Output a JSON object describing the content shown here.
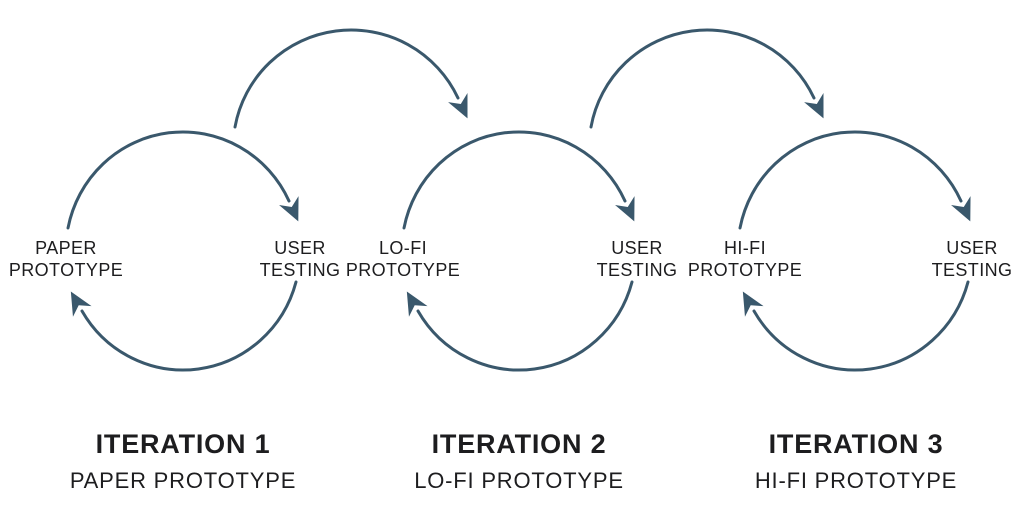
{
  "colors": {
    "arrow": "#3a586c",
    "text": "#1d1d1f",
    "background": "#ffffff"
  },
  "diagram": {
    "iterations": [
      {
        "title": "ITERATION 1",
        "subtitle": "PAPER PROTOTYPE",
        "left_node": {
          "line1": "PAPER",
          "line2": "PROTOTYPE"
        },
        "right_node": {
          "line1": "USER",
          "line2": "TESTING"
        }
      },
      {
        "title": "ITERATION 2",
        "subtitle": "LO-FI PROTOTYPE",
        "left_node": {
          "line1": "LO-FI",
          "line2": "PROTOTYPE"
        },
        "right_node": {
          "line1": "USER",
          "line2": "TESTING"
        }
      },
      {
        "title": "ITERATION 3",
        "subtitle": "HI-FI PROTOTYPE",
        "left_node": {
          "line1": "HI-FI",
          "line2": "PROTOTYPE"
        },
        "right_node": {
          "line1": "USER",
          "line2": "TESTING"
        }
      }
    ]
  }
}
